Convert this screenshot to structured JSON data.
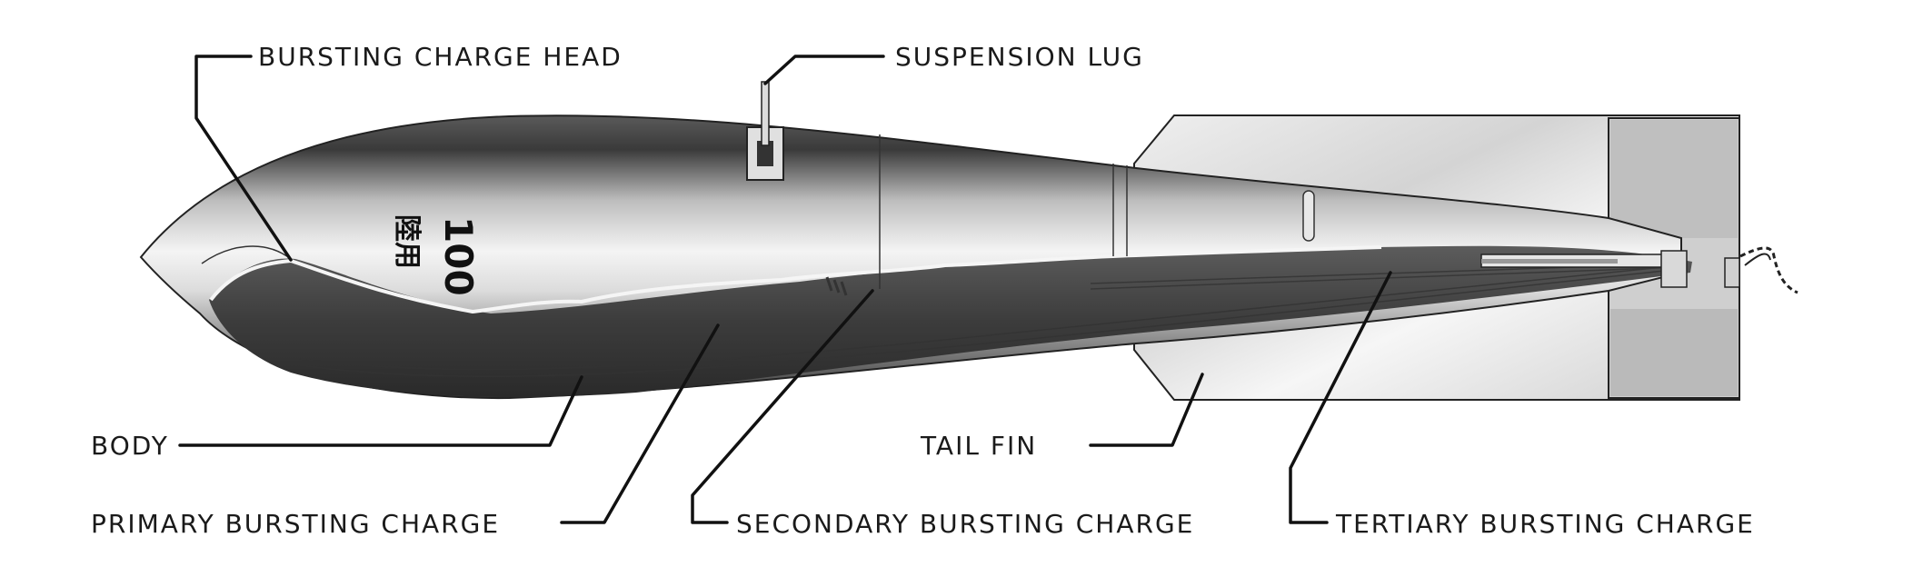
{
  "labels": {
    "bursting_charge_head": "BURSTING CHARGE HEAD",
    "suspension_lug": "SUSPENSION LUG",
    "body": "BODY",
    "tail_fin": "TAIL FIN",
    "primary_bursting_charge": "PRIMARY BURSTING CHARGE",
    "secondary_bursting_charge": "SECONDARY BURSTING CHARGE",
    "tertiary_bursting_charge": "TERTIARY BURSTING CHARGE"
  },
  "markings": {
    "weight": "100",
    "characters": "陸用"
  },
  "colors": {
    "ink": "#111111",
    "casing_light": "#f2f2f2",
    "casing_dark": "#3a3a3a",
    "charge_fill": "#4a4a4a",
    "fin_fill": "#d9d9d9",
    "background": "#ffffff"
  }
}
